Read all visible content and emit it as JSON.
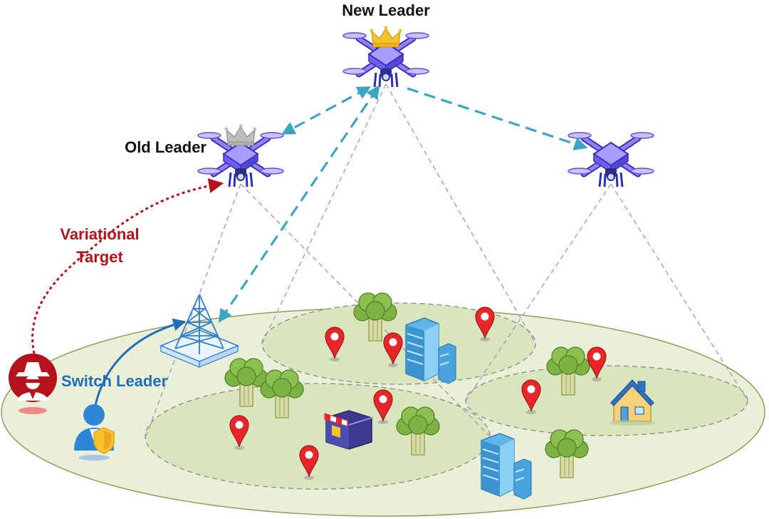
{
  "labels": {
    "new_leader": "New Leader",
    "old_leader": "Old Leader",
    "variational_line1": "Variational",
    "variational_line2": "Target",
    "switch_leader": "Switch Leader"
  },
  "colors": {
    "ground_outer": "#e9f0d7",
    "ground_outer_stroke": "#8aa05a",
    "zone_fill": "#d9e6bd",
    "zone_stroke": "#8a8a8a",
    "drone_body": "#7d6df2",
    "drone_dark": "#3c2fb8",
    "crown_gold": "#f6c428",
    "crown_grey": "#bdbdbd",
    "link_teal": "#3aa6c2",
    "attack_red": "#b5121b",
    "switch_blue": "#1f6fb8",
    "coverage_line": "#a897c9",
    "pin_red": "#e8262a",
    "tree_green": "#7cb342",
    "building_blue": "#4aa3df"
  },
  "icons": [
    "drone-icon",
    "crown-icon",
    "tower-icon",
    "hacker-icon",
    "user-shield-icon",
    "location-pin-icon",
    "tree-icon",
    "building-icon",
    "shop-icon",
    "house-icon"
  ]
}
